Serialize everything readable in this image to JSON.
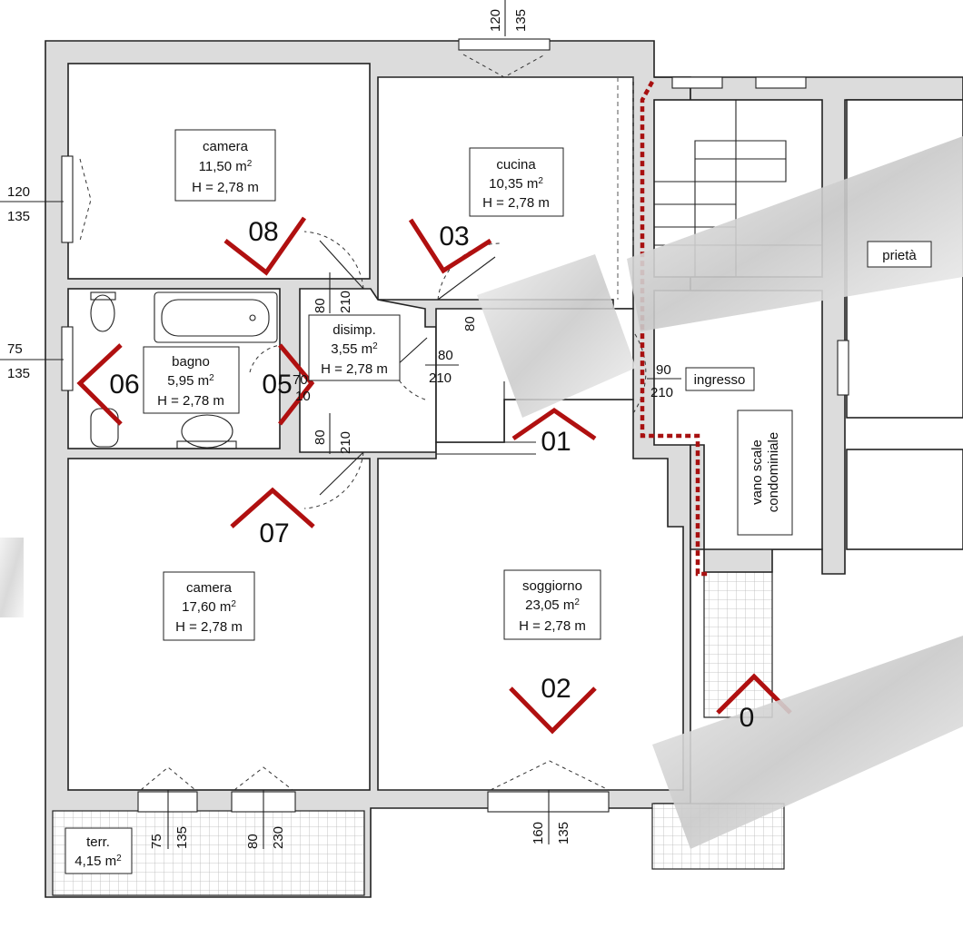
{
  "rooms": [
    {
      "id": "camera-top",
      "name": "camera",
      "area": "11,50 m",
      "sup": "2",
      "height": "H = 2,78 m"
    },
    {
      "id": "cucina",
      "name": "cucina",
      "area": "10,35 m",
      "sup": "2",
      "height": "H = 2,78 m"
    },
    {
      "id": "disimp",
      "name": "disimp.",
      "area": "3,55 m",
      "sup": "2",
      "height": "H = 2,78 m"
    },
    {
      "id": "bagno",
      "name": "bagno",
      "area": "5,95 m",
      "sup": "2",
      "height": "H = 2,78 m"
    },
    {
      "id": "camera-bottom",
      "name": "camera",
      "area": "17,60 m",
      "sup": "2",
      "height": "H = 2,78 m"
    },
    {
      "id": "soggiorno",
      "name": "soggiorno",
      "area": "23,05 m",
      "sup": "2",
      "height": "H = 2,78 m"
    },
    {
      "id": "terr",
      "name": "terr.",
      "area": "4,15 m",
      "sup": "2"
    }
  ],
  "labels": {
    "ingresso": "ingresso",
    "vano_scale_1": "vano scale",
    "vano_scale_2": "condominiale",
    "proprieta_fragment": "prietà"
  },
  "views": [
    "08",
    "03",
    "06",
    "05",
    "01",
    "07",
    "02",
    "0"
  ],
  "dimensions": {
    "top_window_a": "120",
    "top_window_b": "135",
    "left_window1_a": "120",
    "left_window1_b": "135",
    "left_window2_a": "75",
    "left_window2_b": "135",
    "door_top_a": "80",
    "door_top_b": "210",
    "door_bottom_a": "80",
    "door_bottom_b": "210",
    "door_bagno_a": "70",
    "door_bagno_b": "10",
    "door_cucina_a": "80",
    "door_mid_a": "80",
    "door_mid_b": "210",
    "door_ingresso_a": "90",
    "door_ingresso_b": "210",
    "bottom_win1_a": "75",
    "bottom_win1_b": "135",
    "bottom_win2_a": "80",
    "bottom_win2_b": "230",
    "bottom_win3_a": "160",
    "bottom_win3_b": "135"
  },
  "colors": {
    "wall": "#dcdcdc",
    "view_markers": "#b01010",
    "line": "#222222"
  }
}
